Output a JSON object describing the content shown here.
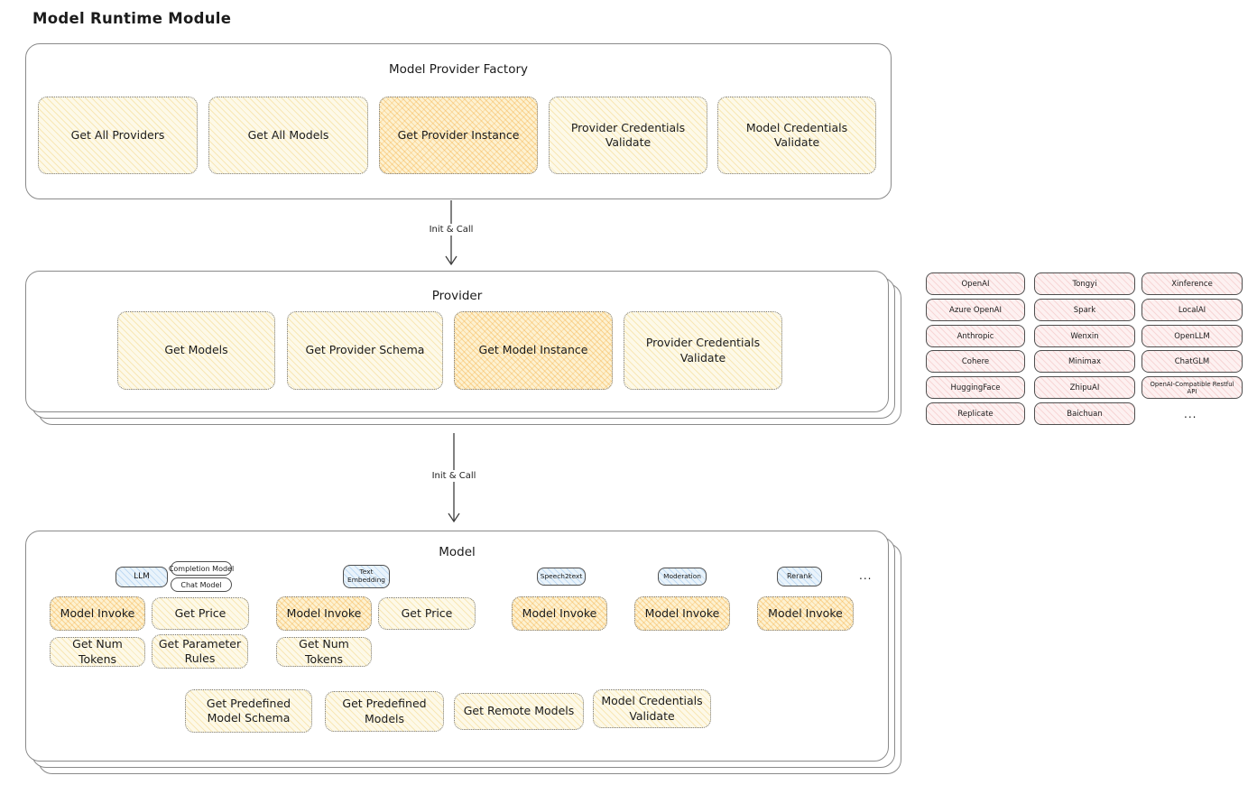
{
  "page_title": "Model Runtime Module",
  "colors": {
    "ink": "#1b1b1b",
    "border": "#8a8a8a",
    "ybg": "#fdf9e8",
    "yh": "#f0cd6e",
    "obg": "#fdf1d0",
    "oh": "#f3af46",
    "pbg": "#fdf1f1",
    "ph": "#eba0a0",
    "bbg": "#e9f3fb",
    "bh": "#78afe1"
  },
  "arrow1": {
    "label": "Init & Call"
  },
  "arrow2": {
    "label": "Init & Call"
  },
  "factory": {
    "title": "Model Provider Factory",
    "boxes": [
      {
        "label": "Get All Providers",
        "highlighted": false
      },
      {
        "label": "Get All Models",
        "highlighted": false
      },
      {
        "label": "Get Provider Instance",
        "highlighted": true
      },
      {
        "label": "Provider Credentials Validate",
        "highlighted": false
      },
      {
        "label": "Model Credentials Validate",
        "highlighted": false
      }
    ]
  },
  "provider": {
    "title": "Provider",
    "boxes": [
      {
        "label": "Get Models",
        "highlighted": false
      },
      {
        "label": "Get Provider Schema",
        "highlighted": false
      },
      {
        "label": "Get Model Instance",
        "highlighted": true
      },
      {
        "label": "Provider Credentials Validate",
        "highlighted": false
      }
    ]
  },
  "providers_grid": {
    "items": [
      "OpenAI",
      "Tongyi",
      "Xinference",
      "Azure OpenAI",
      "Spark",
      "LocalAI",
      "Anthropic",
      "Wenxin",
      "OpenLLM",
      "Cohere",
      "Minimax",
      "ChatGLM",
      "HuggingFace",
      "ZhipuAI",
      "OpenAI-Compatible Restful API",
      "Replicate",
      "Baichuan"
    ],
    "more_label": "..."
  },
  "model": {
    "title": "Model",
    "tabs": {
      "llm": "LLM",
      "completion": "Completion Model",
      "chat": "Chat Model",
      "text_embedding": "Text Embedding",
      "speech2text": "Speech2text",
      "moderation": "Moderation",
      "rerank": "Rerank",
      "more": "..."
    },
    "llm_boxes": {
      "invoke": "Model Invoke",
      "price": "Get Price",
      "num_tokens": "Get Num Tokens",
      "param_rules": "Get Parameter Rules"
    },
    "embedding_boxes": {
      "invoke": "Model Invoke",
      "price": "Get Price",
      "num_tokens": "Get Num Tokens"
    },
    "speech2text_boxes": {
      "invoke": "Model Invoke"
    },
    "moderation_boxes": {
      "invoke": "Model Invoke"
    },
    "rerank_boxes": {
      "invoke": "Model Invoke"
    },
    "bottom_boxes": [
      "Get Predefined Model Schema",
      "Get Predefined Models",
      "Get Remote Models",
      "Model Credentials Validate"
    ]
  }
}
